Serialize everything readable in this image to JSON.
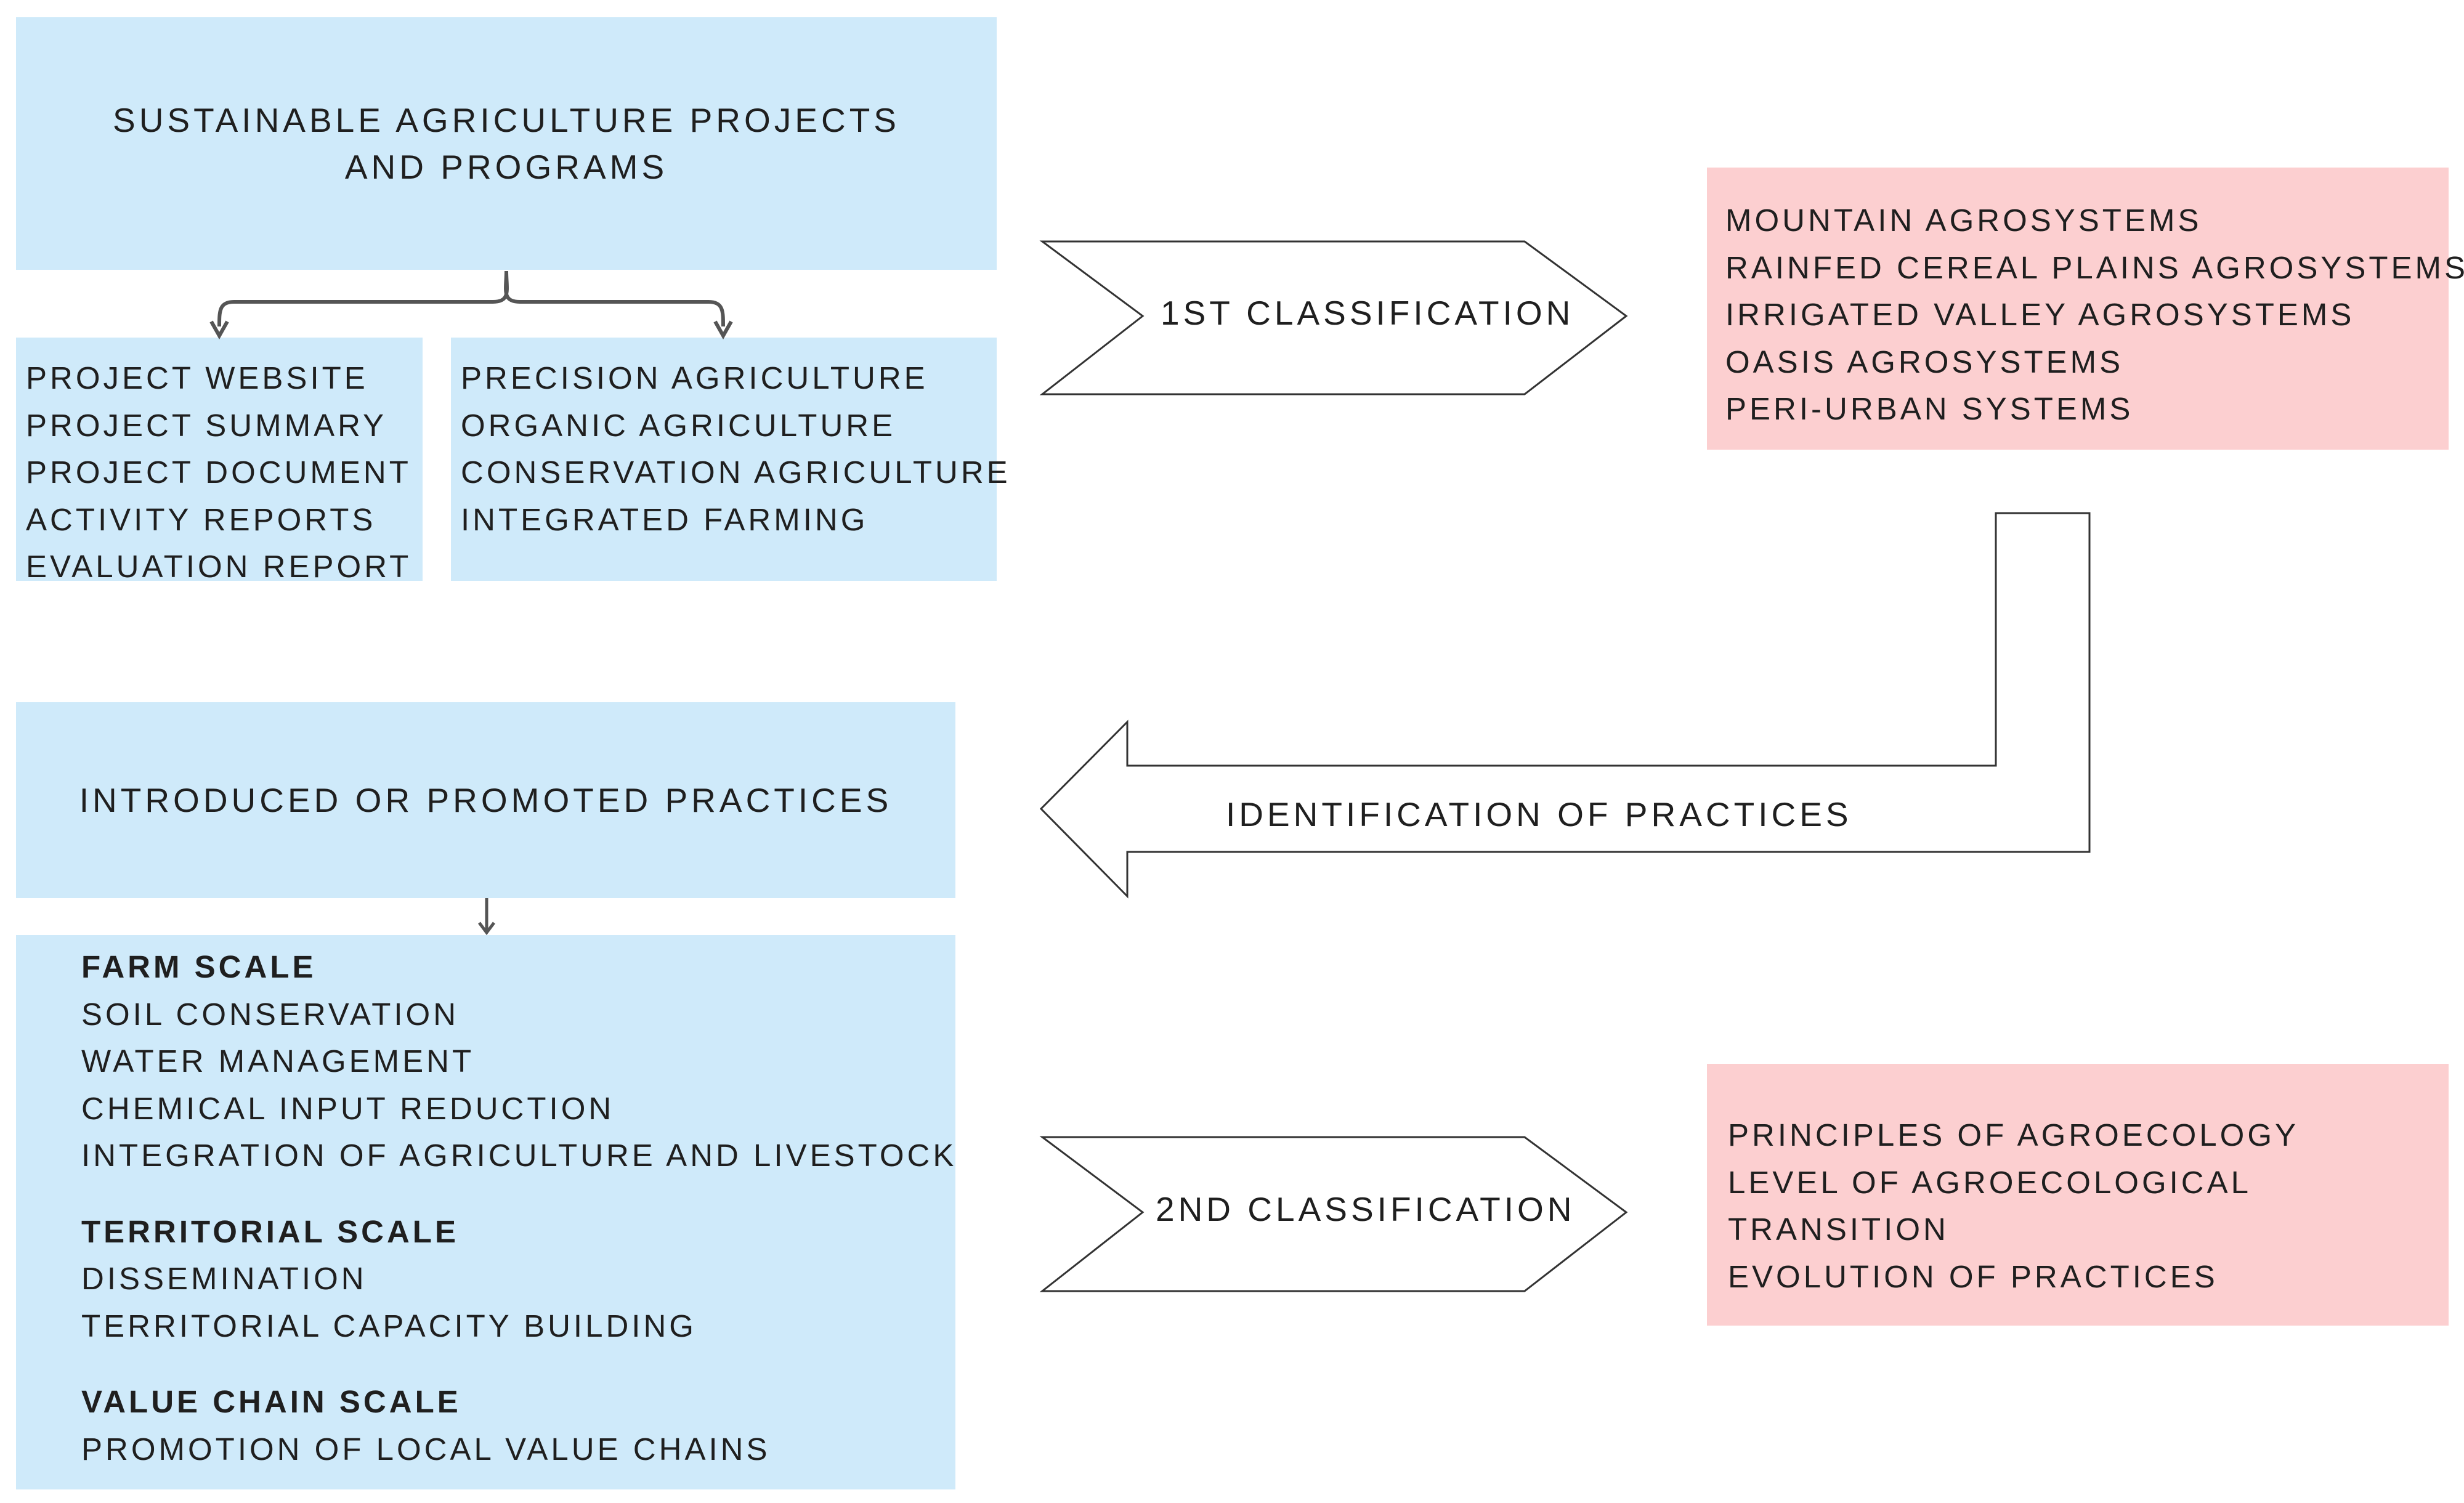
{
  "source_box": {
    "lines": [
      "SUSTAINABLE AGRICULTURE PROJECTS",
      "AND PROGRAMS"
    ]
  },
  "documents_box": {
    "items": [
      "PROJECT WEBSITE",
      "PROJECT SUMMARY",
      "PROJECT DOCUMENT",
      "ACTIVITY REPORTS",
      "EVALUATION REPORT"
    ]
  },
  "approaches_box": {
    "items": [
      "PRECISION AGRICULTURE",
      "ORGANIC AGRICULTURE",
      "CONSERVATION AGRICULTURE",
      "INTEGRATED FARMING"
    ]
  },
  "classification_1": {
    "label": "1ST CLASSIFICATION"
  },
  "agrosystems_box": {
    "items": [
      "MOUNTAIN AGROSYSTEMS",
      "RAINFED CEREAL PLAINS AGROSYSTEMS",
      "IRRIGATED VALLEY AGROSYSTEMS",
      "OASIS AGROSYSTEMS",
      "PERI-URBAN SYSTEMS"
    ]
  },
  "identification_arrow": {
    "label": "IDENTIFICATION OF PRACTICES"
  },
  "practices_box": {
    "title": "INTRODUCED OR PROMOTED PRACTICES"
  },
  "scales_box": {
    "farm": {
      "heading": "FARM SCALE",
      "items": [
        "SOIL CONSERVATION",
        "WATER MANAGEMENT",
        "CHEMICAL INPUT REDUCTION",
        "INTEGRATION OF AGRICULTURE AND LIVESTOCK"
      ]
    },
    "territorial": {
      "heading": "TERRITORIAL SCALE",
      "items": [
        "DISSEMINATION",
        "TERRITORIAL CAPACITY BUILDING"
      ]
    },
    "value_chain": {
      "heading": "VALUE CHAIN SCALE",
      "items": [
        "PROMOTION OF LOCAL VALUE CHAINS"
      ]
    }
  },
  "classification_2": {
    "label": "2ND CLASSIFICATION"
  },
  "agroecology_box": {
    "items": [
      "PRINCIPLES OF AGROECOLOGY",
      "LEVEL OF AGROECOLOGICAL",
      "TRANSITION",
      "EVOLUTION OF PRACTICES"
    ]
  },
  "colors": {
    "blue_box": "#cfeafa",
    "pink_box": "#fccfd0",
    "line": "#555555"
  }
}
